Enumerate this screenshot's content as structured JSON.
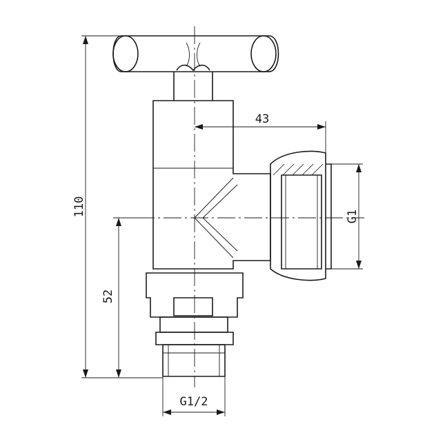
{
  "dimensions": {
    "overall_height": "110",
    "inlet_height": "52",
    "outlet_offset": "43",
    "outlet_thread": "G1",
    "inlet_thread": "G1/2"
  },
  "colors": {
    "line": "#1a1a1a",
    "background": "#ffffff"
  }
}
